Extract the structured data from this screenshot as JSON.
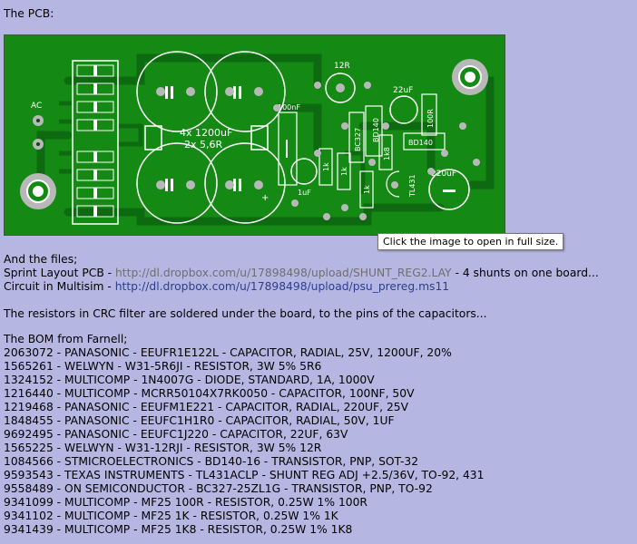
{
  "intro": "The PCB:",
  "pcb_labels": {
    "ac": "AC",
    "cap_main": "4x 1200uF",
    "res_main": "2x 5,6R",
    "c100n": "100nF",
    "r12": "12R",
    "c22u": "22uF",
    "bc327": "BC327",
    "bd140_a": "BD140",
    "bd140_b": "BD140",
    "r100": "100R",
    "r1k8": "1k8",
    "c1u": "1uF",
    "r1k_a": "1k",
    "r1k_b": "1k",
    "r1k_c": "1k",
    "tl431": "TL431",
    "c220u": "220uF",
    "plus": "+"
  },
  "tooltip": "Click the image to open in full size.",
  "files": {
    "heading": "And the files;",
    "sprint_prefix": "Sprint Layout PCB - ",
    "sprint_url": "http://dl.dropbox.com/u/17898498/upload/SHUNT_REG2.LAY",
    "sprint_suffix": " - 4 shunts on one board...",
    "multisim_prefix": "Circuit in Multisim - ",
    "multisim_url": "http://dl.dropbox.com/u/17898498/upload/psu_prereg.ms11"
  },
  "note": "The resistors in CRC filter are soldered under the board, to the pins of the capacitors...",
  "bom_heading": "The BOM from Farnell;",
  "bom": [
    "2063072 - PANASONIC - EEUFR1E122L - CAPACITOR, RADIAL, 25V, 1200UF, 20%",
    "1565261 - WELWYN - W31-5R6JI - RESISTOR, 3W 5% 5R6",
    "1324152 - MULTICOMP - 1N4007G - DIODE, STANDARD, 1A, 1000V",
    "1216440 - MULTICOMP - MCRR50104X7RK0050 - CAPACITOR, 100NF, 50V",
    "1219468 - PANASONIC - EEUFM1E221 - CAPACITOR, RADIAL, 220UF, 25V",
    "1848455 - PANASONIC - EEUFC1H1R0 - CAPACITOR, RADIAL, 50V, 1UF",
    "9692495 - PANASONIC - EEUFC1J220 - CAPACITOR, 22UF, 63V",
    "1565225 - WELWYN - W31-12RJI - RESISTOR, 3W 5% 12R",
    "1084566 - STMICROELECTRONICS - BD140-16 - TRANSISTOR, PNP, SOT-32",
    "9593543 - TEXAS INSTRUMENTS - TL431ACLP - SHUNT REG ADJ +2.5/36V, TO-92, 431",
    "9558489 - ON SEMICONDUCTOR - BC327-25ZL1G - TRANSISTOR, PNP, TO-92",
    "9341099 - MULTICOMP - MF25 100R - RESISTOR, 0.25W 1% 100R",
    "9341102 - MULTICOMP - MF25 1K - RESISTOR, 0.25W 1% 1K",
    "9341439 - MULTICOMP - MF25 1K8 - RESISTOR, 0.25W 1% 1K8"
  ],
  "colors": {
    "board": "#148a14",
    "trace": "#0e6a10",
    "silk": "#ffffff",
    "pad": "#b8b8b8",
    "link": "#2a3f8f",
    "gray_text": "#6f6f6f"
  }
}
